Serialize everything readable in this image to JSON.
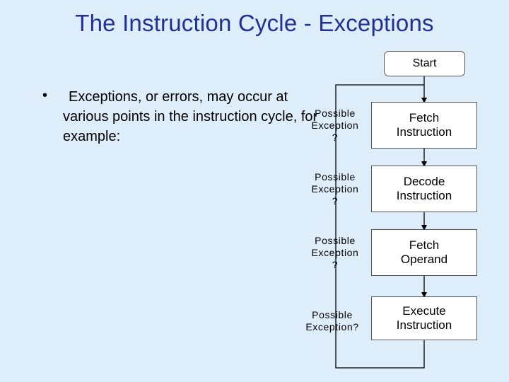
{
  "slide": {
    "title": "The Instruction Cycle - Exceptions",
    "bullet_marker": "•",
    "body_text": "Exceptions, or errors, may occur at various points in the instruction cycle, for example:"
  },
  "flowchart": {
    "start_label": "Start",
    "steps": [
      {
        "line1": "Fetch",
        "line2": "Instruction"
      },
      {
        "line1": "Decode",
        "line2": "Instruction"
      },
      {
        "line1": "Fetch",
        "line2": "Operand"
      },
      {
        "line1": "Execute",
        "line2": "Instruction"
      }
    ],
    "exceptions": [
      {
        "line1": "Possible",
        "line2": "Exception",
        "line3": "?"
      },
      {
        "line1": "Possible",
        "line2": "Exception",
        "line3": "?"
      },
      {
        "line1": "Possible",
        "line2": "Exception",
        "line3": "?"
      },
      {
        "line1": "Possible",
        "line2": "Exception?"
      }
    ]
  }
}
